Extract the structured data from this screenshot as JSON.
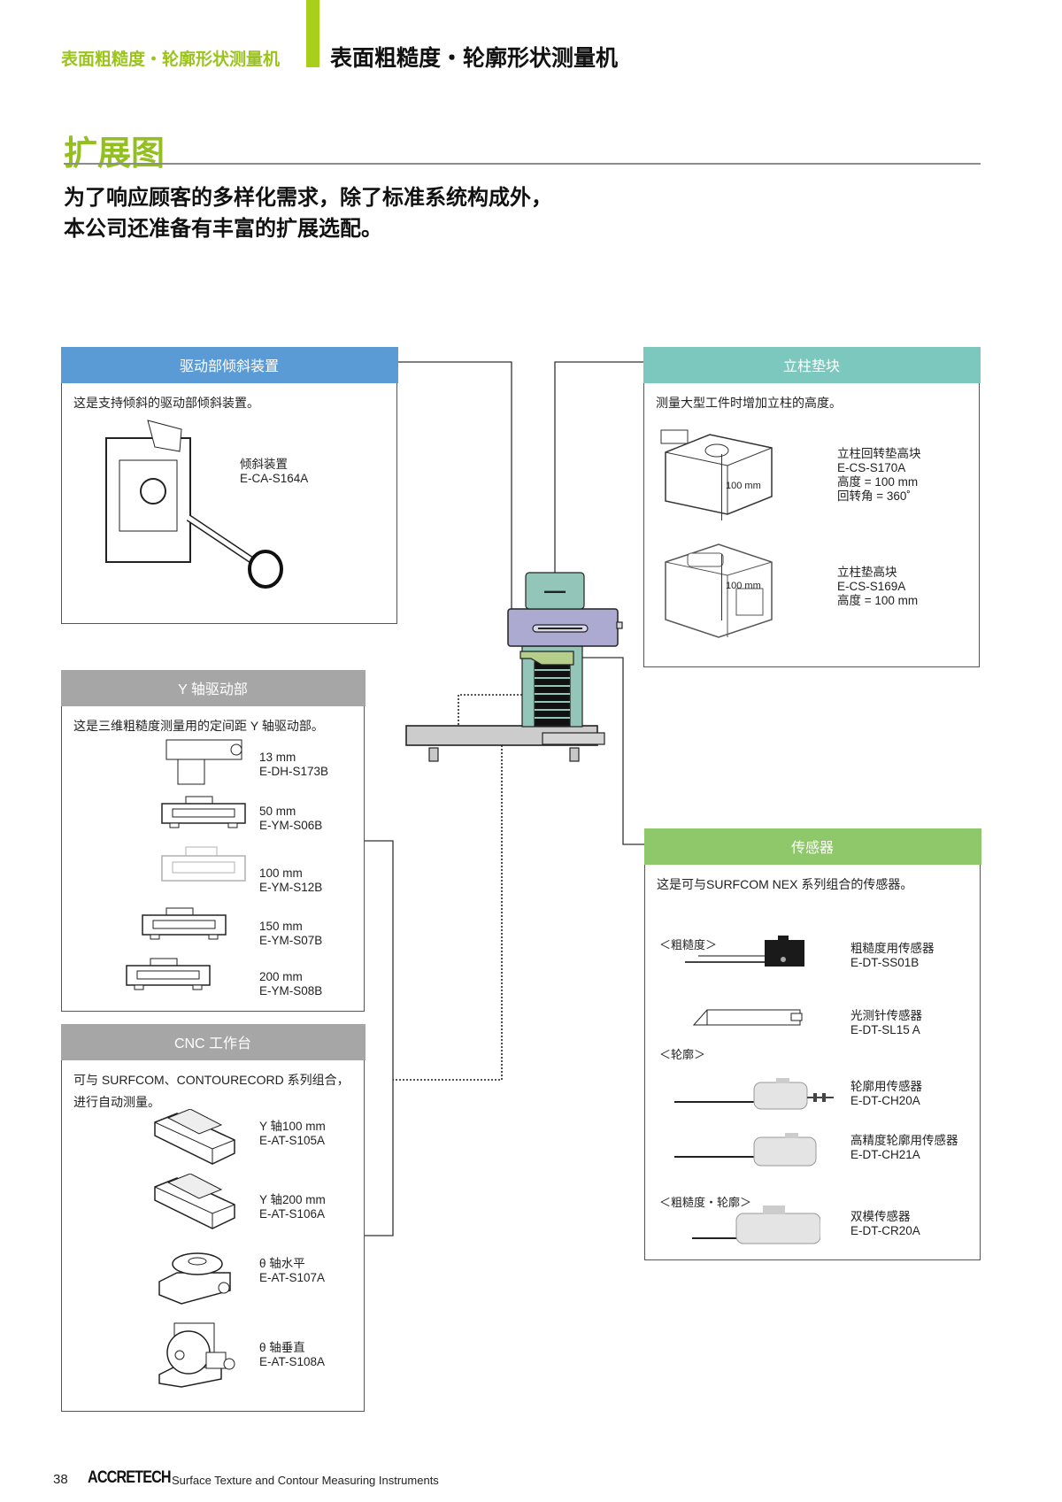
{
  "header": {
    "section_label": "表面粗糙度・轮廓形状测量机",
    "title": "表面粗糙度・轮廓形状测量机"
  },
  "page": {
    "heading": "扩展图",
    "intro": [
      "为了响应顾客的多样化需求，除了标准系统构成外，",
      "本公司还准备有丰富的扩展选配。"
    ]
  },
  "colors": {
    "accent_green": "#9bc31c",
    "tilt_header": "#5b9bd5",
    "column_header": "#7cc8be",
    "yaxis_header": "#a6a6a6",
    "cnc_header": "#a6a6a6",
    "sensor_header": "#8fc86b"
  },
  "panels": {
    "tilt": {
      "title": "驱动部倾斜装置",
      "desc": [
        "这是支持倾斜的驱动部倾斜装置。"
      ],
      "items": [
        {
          "lines": [
            "倾斜装置",
            "E-CA-S164A"
          ],
          "icon": "tilt-unit-icon"
        }
      ]
    },
    "column": {
      "title": "立柱垫块",
      "desc": [
        "测量大型工件时增加立柱的高度。"
      ],
      "items": [
        {
          "lines": [
            "立柱回转垫高块",
            "E-CS-S170A",
            "高度 = 100 mm",
            "回转角 = 360˚"
          ],
          "dim": "100 mm",
          "icon": "column-rotary-spacer-icon"
        },
        {
          "lines": [
            "立柱垫高块",
            "E-CS-S169A",
            "高度 = 100 mm"
          ],
          "dim": "100 mm",
          "icon": "column-spacer-icon"
        }
      ]
    },
    "yaxis": {
      "title": "Y 轴驱动部",
      "desc": [
        "这是三维粗糙度测量用的定间距 Y 轴驱动部。"
      ],
      "items": [
        {
          "lines": [
            "13 mm",
            "E-DH-S173B"
          ],
          "icon": "y-drive-13mm-icon"
        },
        {
          "lines": [
            "50 mm",
            "E-YM-S06B"
          ],
          "icon": "y-stage-50mm-icon"
        },
        {
          "lines": [
            "100 mm",
            "E-YM-S12B"
          ],
          "icon": "y-stage-100mm-icon"
        },
        {
          "lines": [
            "150 mm",
            "E-YM-S07B"
          ],
          "icon": "y-stage-150mm-icon"
        },
        {
          "lines": [
            "200 mm",
            "E-YM-S08B"
          ],
          "icon": "y-stage-200mm-icon"
        }
      ]
    },
    "cnc": {
      "title": "CNC 工作台",
      "desc": [
        "可与 SURFCOM、CONTOURECORD 系列组合，",
        "进行自动测量。"
      ],
      "items": [
        {
          "lines": [
            "Y 轴100 mm",
            "E-AT-S105A"
          ],
          "icon": "y-table-100-icon"
        },
        {
          "lines": [
            "Y 轴200 mm",
            "E-AT-S106A"
          ],
          "icon": "y-table-200-icon"
        },
        {
          "lines": [
            "θ 轴水平",
            "E-AT-S107A"
          ],
          "icon": "theta-horizontal-icon"
        },
        {
          "lines": [
            "θ 轴垂直",
            "E-AT-S108A"
          ],
          "icon": "theta-vertical-icon"
        }
      ]
    },
    "sensor": {
      "title": "传感器",
      "desc": [
        "这是可与SURFCOM NEX 系列组合的传感器。"
      ],
      "categories": [
        "＜粗糙度＞",
        "＜轮廓＞",
        "＜粗糙度・轮廓＞"
      ],
      "items": [
        {
          "lines": [
            "粗糙度用传感器",
            "E-DT-SS01B"
          ],
          "icon": "roughness-pickup-icon"
        },
        {
          "lines": [
            "光测针传感器",
            "E-DT-SL15 A"
          ],
          "icon": "optical-stylus-icon"
        },
        {
          "lines": [
            "轮廓用传感器",
            "E-DT-CH20A"
          ],
          "icon": "contour-pickup-icon"
        },
        {
          "lines": [
            "高精度轮廓用传感器",
            "E-DT-CH21A"
          ],
          "icon": "hp-contour-pickup-icon"
        },
        {
          "lines": [
            "双模传感器",
            "E-DT-CR20A"
          ],
          "icon": "hybrid-pickup-icon"
        }
      ]
    }
  },
  "footer": {
    "page_number": "38",
    "logo": "ACCRETECH",
    "subtitle": "Surface Texture and Contour Measuring Instruments"
  }
}
